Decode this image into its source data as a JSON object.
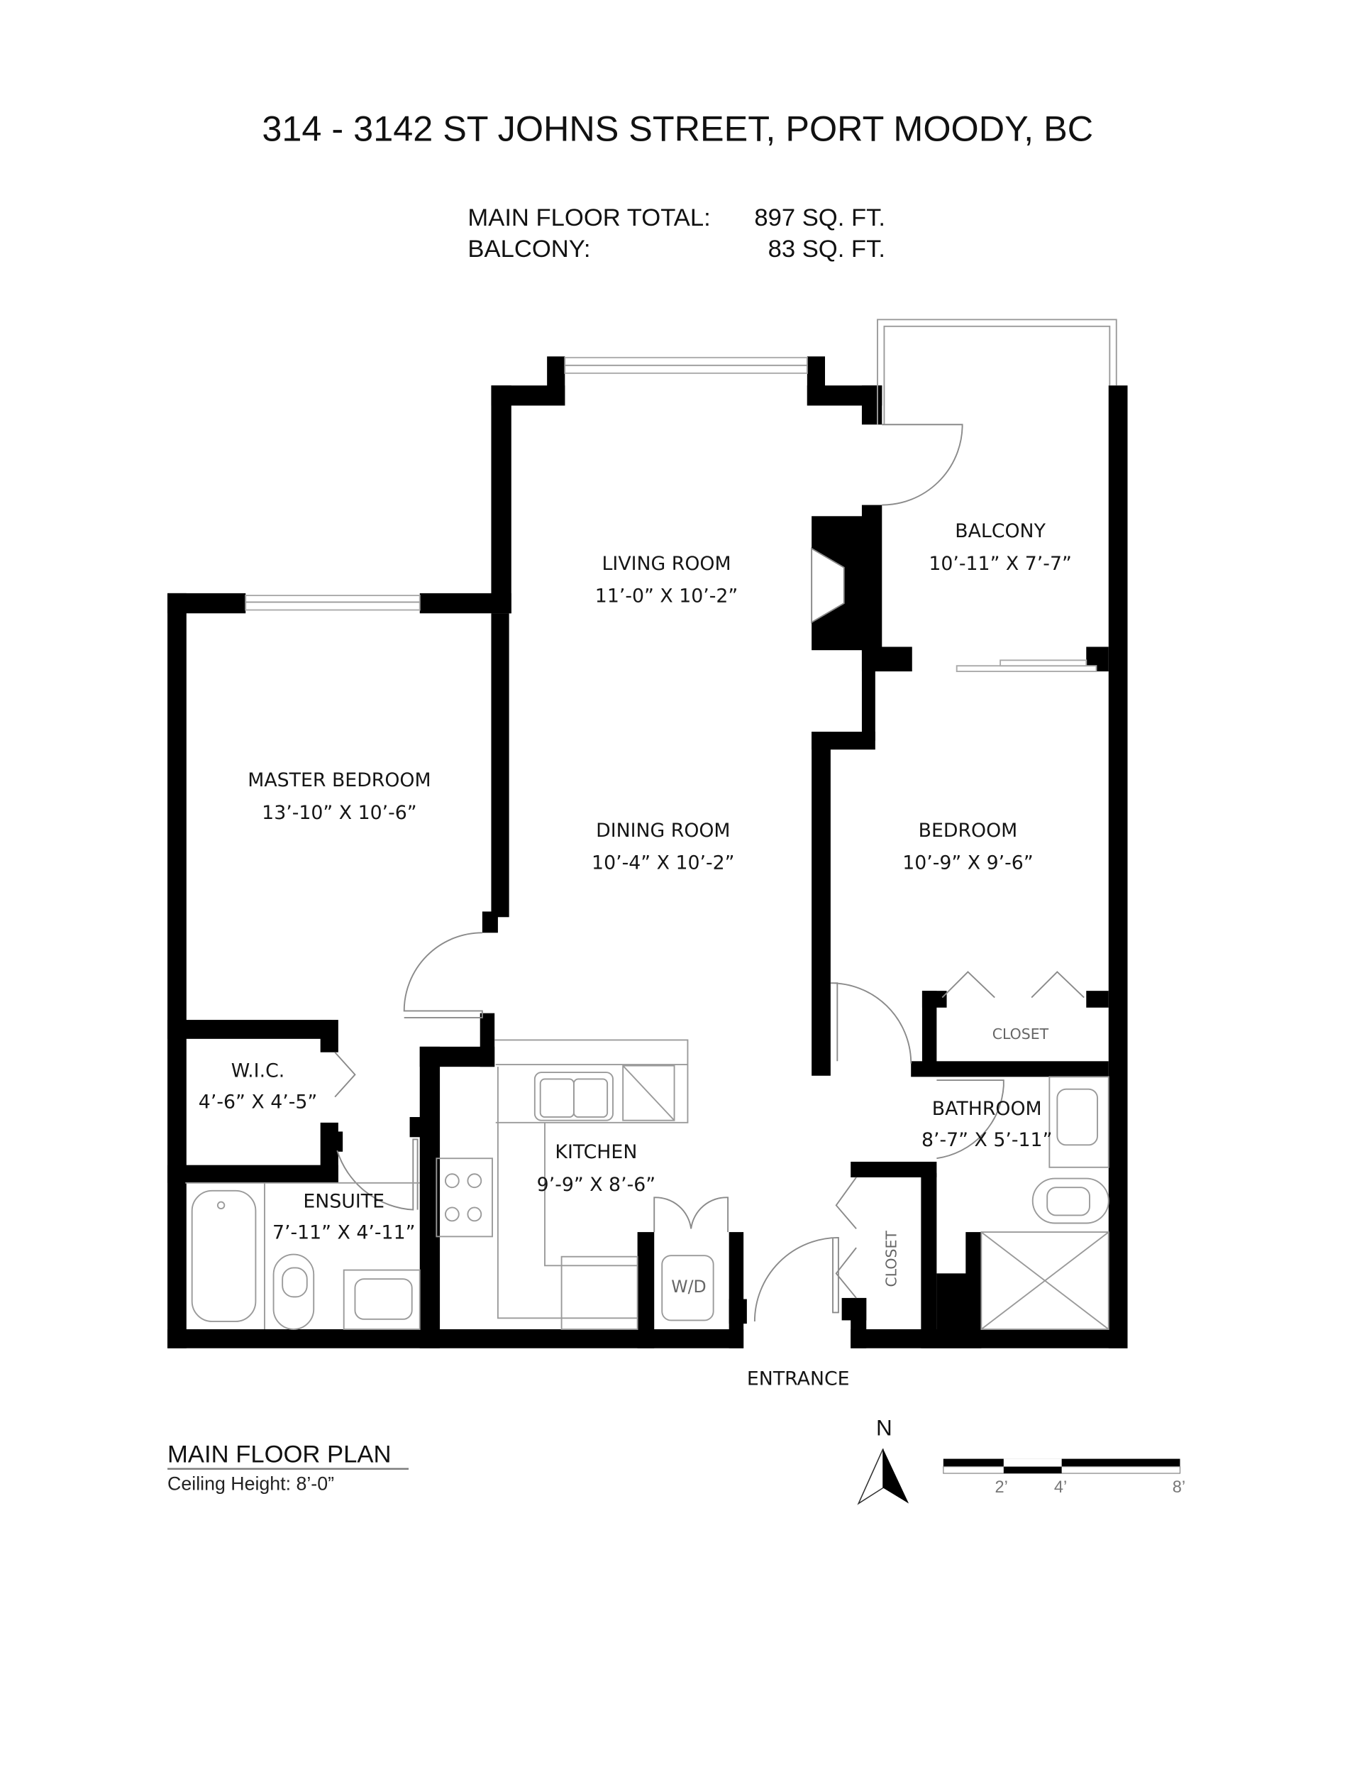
{
  "header": {
    "address": "314 - 3142 ST JOHNS STREET, PORT MOODY, BC",
    "areas": [
      {
        "label": "MAIN FLOOR TOTAL:",
        "value": "897 SQ. FT."
      },
      {
        "label": "BALCONY:",
        "value": "83 SQ. FT."
      }
    ]
  },
  "rooms": {
    "living": {
      "name": "LIVING ROOM",
      "size": "11’-0” X 10’-2”"
    },
    "balcony": {
      "name": "BALCONY",
      "size": "10’-11” X 7’-7”"
    },
    "master": {
      "name": "MASTER BEDROOM",
      "size": "13’-10” X 10’-6”"
    },
    "dining": {
      "name": "DINING ROOM",
      "size": "10’-4” X 10’-2”"
    },
    "bedroom": {
      "name": "BEDROOM",
      "size": "10’-9” X 9’-6”"
    },
    "wic": {
      "name": "W.I.C.",
      "size": "4’-6” X 4’-5”"
    },
    "ensuite": {
      "name": "ENSUITE",
      "size": "7’-11” X 4’-11”"
    },
    "kitchen": {
      "name": "KITCHEN",
      "size": "9’-9” X 8’-6”"
    },
    "bathroom": {
      "name": "BATHROOM",
      "size": "8’-7” X 5’-11”"
    }
  },
  "labels": {
    "closet_bedroom": "CLOSET",
    "closet_entry": "CLOSET",
    "washer_dryer": "W/D",
    "entrance": "ENTRANCE"
  },
  "legend": {
    "title": "MAIN FLOOR PLAN",
    "ceiling": "Ceiling Height: 8’-0”"
  },
  "compass": {
    "label": "N"
  },
  "scale_bar": {
    "ticks": [
      "2’",
      "4’",
      "8’"
    ]
  },
  "colors": {
    "wall": "#000000",
    "fixture": "#9a9a9a",
    "background": "#ffffff"
  }
}
